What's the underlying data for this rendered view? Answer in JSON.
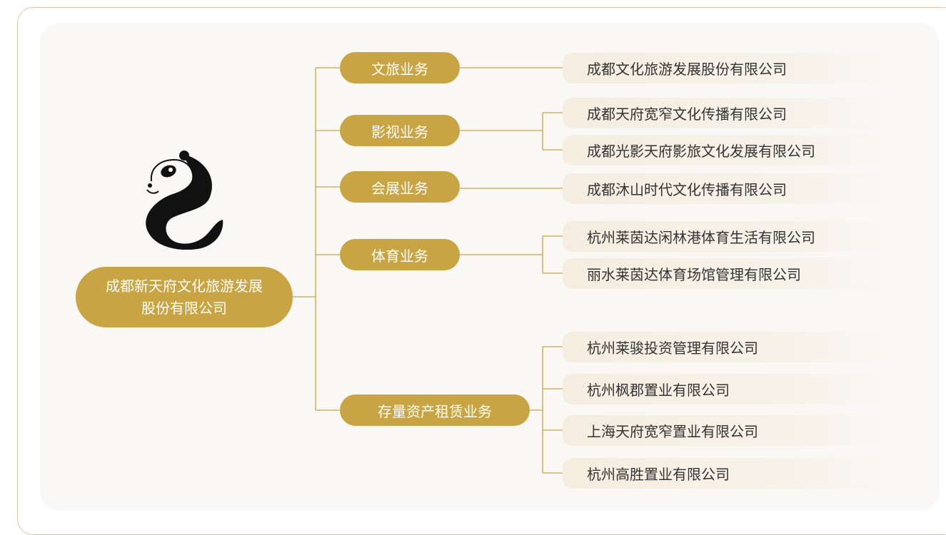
{
  "root": {
    "name": "成都新天府文化旅游发展股份有限公司"
  },
  "colors": {
    "accent": "#c9a443",
    "panel": "#faf8f4",
    "company_bg": "#f4ede0",
    "line": "#c9a443"
  },
  "logo": {
    "icon": "panda-icon"
  },
  "businesses": [
    {
      "label": "文旅业务",
      "companies": [
        "成都文化旅游发展股份有限公司"
      ]
    },
    {
      "label": "影视业务",
      "companies": [
        "成都天府宽窄文化传播有限公司",
        "成都光影天府影旅文化发展有限公司"
      ]
    },
    {
      "label": "会展业务",
      "companies": [
        "成都沐山时代文化传播有限公司"
      ]
    },
    {
      "label": "体育业务",
      "companies": [
        "杭州莱茵达闲林港体育生活有限公司",
        "丽水莱茵达体育场馆管理有限公司"
      ]
    },
    {
      "label": "存量资产租赁业务",
      "companies": [
        "杭州莱骏投资管理有限公司",
        "杭州枫郡置业有限公司",
        "上海天府宽窄置业有限公司",
        "杭州高胜置业有限公司"
      ]
    }
  ]
}
